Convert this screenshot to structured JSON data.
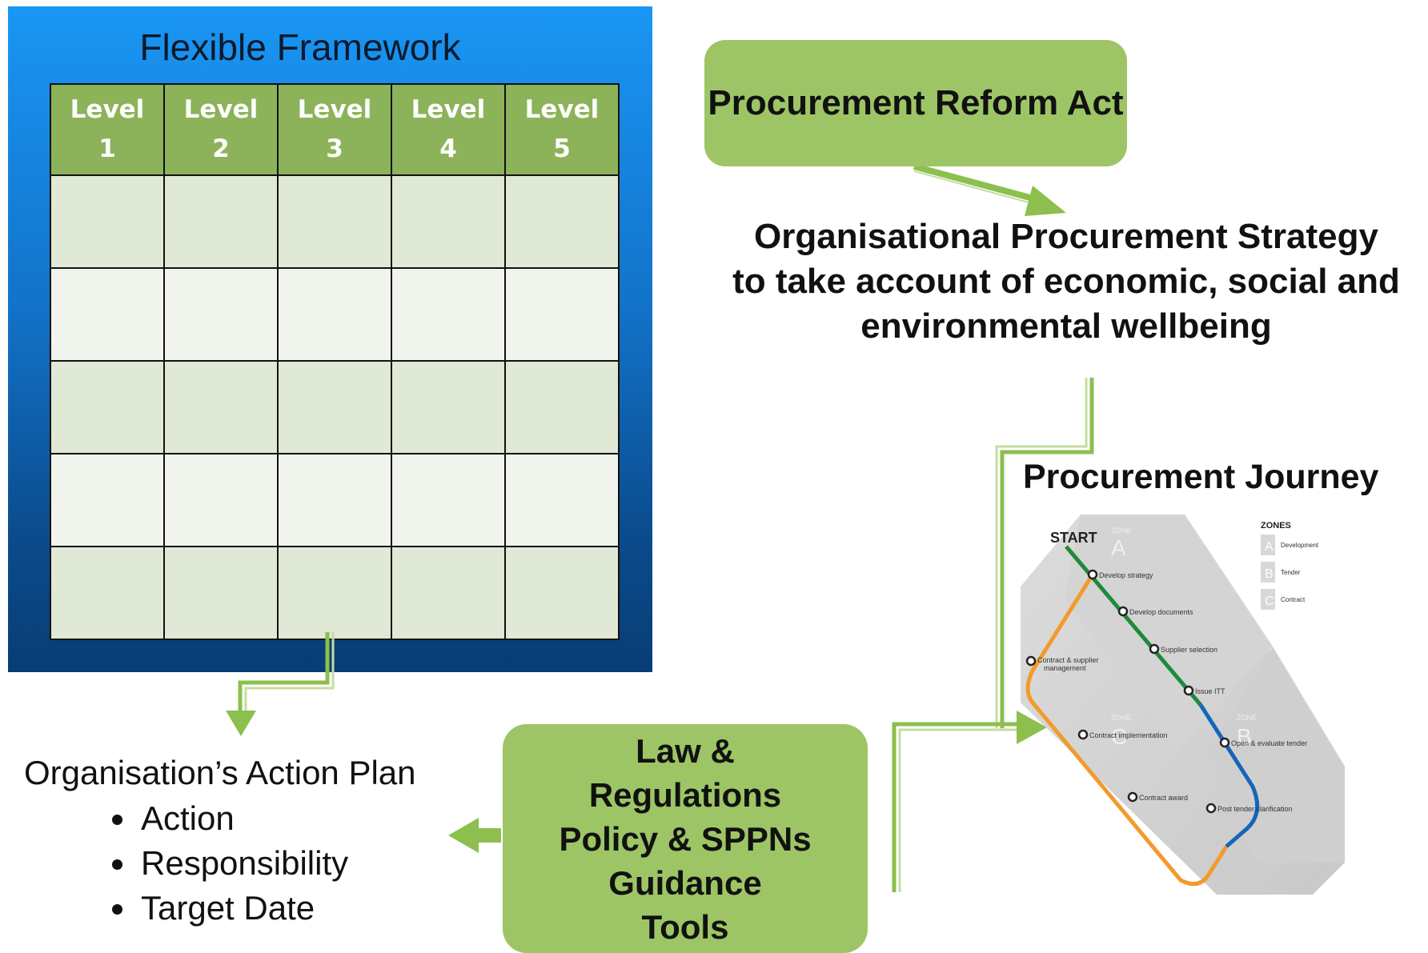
{
  "framework": {
    "title": "Flexible Framework",
    "level_headers": [
      "Level\n1",
      "Level\n2",
      "Level\n3",
      "Level\n4",
      "Level\n5"
    ]
  },
  "reform_act": "Procurement Reform Act",
  "strategy": {
    "line1": "Organisational Procurement Strategy",
    "line2": "to take account of economic, social and",
    "line3": "environmental wellbeing"
  },
  "journey": {
    "title": "Procurement Journey",
    "map": {
      "start": "START",
      "zones_heading": "ZONES",
      "zone_word": "ZONE",
      "zones": [
        {
          "letter": "A",
          "name": "Development"
        },
        {
          "letter": "B",
          "name": "Tender"
        },
        {
          "letter": "C",
          "name": "Contract"
        }
      ],
      "stations": {
        "develop_strategy": "Develop strategy",
        "develop_documents": "Develop documents",
        "supplier_selection": "Supplier selection",
        "issue_itt": "Issue ITT",
        "open_evaluate": "Open & evaluate tender",
        "post_tender": "Post tender clarification",
        "contract_award": "Contract award",
        "contract_implementation": "Contract implementation",
        "contract_supplier_mgmt_1": "Contract & supplier",
        "contract_supplier_mgmt_2": "management"
      },
      "colors": {
        "green": "#1e8a3a",
        "blue": "#1466b8",
        "orange": "#f39a2c"
      }
    }
  },
  "action_plan": {
    "title": "Organisation’s Action Plan",
    "items": [
      "Action",
      "Responsibility",
      "Target Date"
    ]
  },
  "law_box": [
    "Law &",
    "Regulations",
    "Policy & SPPNs",
    "Guidance",
    "Tools"
  ],
  "colors": {
    "green_box": "#9dc565",
    "arrow": "#8cbf4e",
    "panel_top": "#1a96f4",
    "panel_bottom": "#083d75"
  }
}
